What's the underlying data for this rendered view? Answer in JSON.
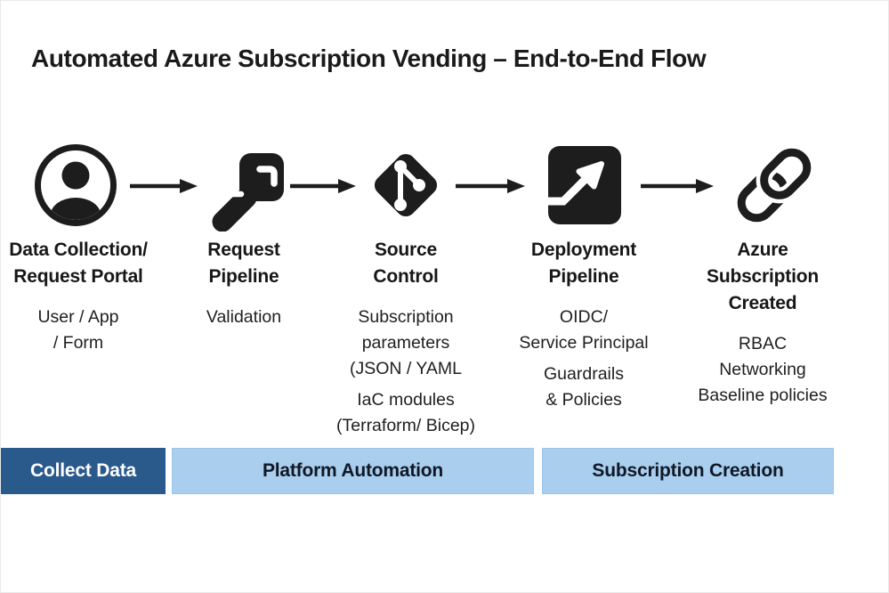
{
  "title": "Automated Azure Subscription Vending – End-to-End Flow",
  "colors": {
    "band_dark_bg": "#2a598c",
    "band_dark_text": "#ffffff",
    "band_light_bg": "#a9ceee",
    "band_light_text": "#101826",
    "icon_color": "#1d1d1d",
    "text_color": "#1a1a1a"
  },
  "steps": [
    {
      "icon": "user-circle-icon",
      "heading": "Data Collection/\nRequest Portal",
      "details": [
        "User / App\n/ Form"
      ]
    },
    {
      "icon": "key-icon",
      "heading": "Request\nPipeline",
      "details": [
        "Validation"
      ]
    },
    {
      "icon": "git-branch-icon",
      "heading": "Source\nControl",
      "details": [
        "Subscription\nparameters\n(JSON / YAML",
        "IaC modules\n(Terraform/ Bicep)"
      ]
    },
    {
      "icon": "deployment-arrow-icon",
      "heading": "Deployment\nPipeline",
      "details": [
        "OIDC/\nService Principal",
        "Guardrails\n& Policies"
      ]
    },
    {
      "icon": "chain-link-icon",
      "heading": "Azure\nSubscription\nCreated",
      "details": [
        "RBAC\nNetworking\nBaseline policies"
      ]
    }
  ],
  "phases": [
    {
      "label": "Collect Data",
      "style": "dark"
    },
    {
      "label": "Platform Automation",
      "style": "light"
    },
    {
      "label": "Subscription Creation",
      "style": "light"
    }
  ]
}
